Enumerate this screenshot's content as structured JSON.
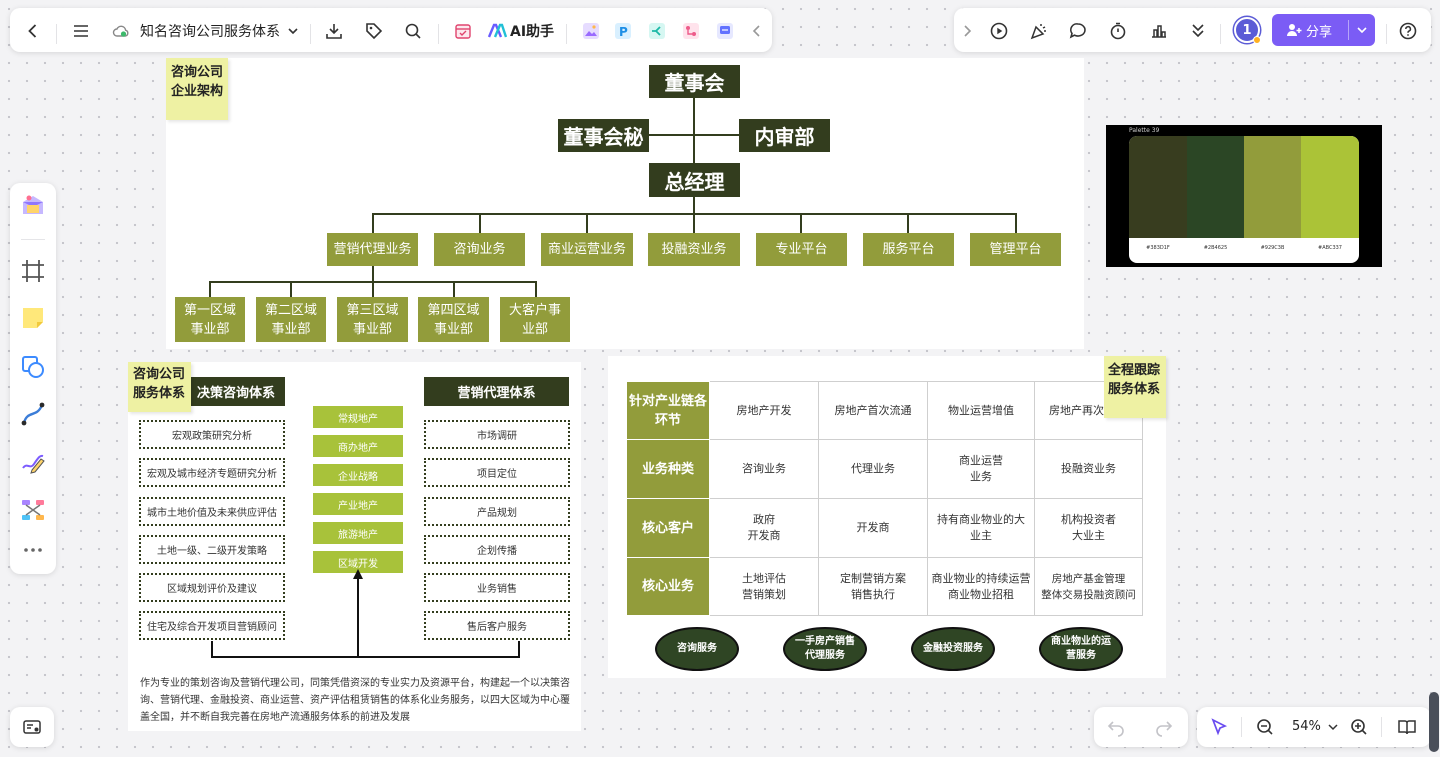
{
  "topbar": {
    "doc_title": "知名咨询公司服务体系",
    "ai_label": "AI助手",
    "avatar_text": "1",
    "share_label": "分享"
  },
  "zoom": {
    "value": "54%"
  },
  "stickies": {
    "s1": "咨询公司企业架构",
    "s2": "咨询公司服务体系",
    "s3": "全程跟踪服务体系"
  },
  "org": {
    "board": "董事会",
    "secretary": "董事会秘",
    "audit": "内审部",
    "gm": "总经理",
    "depts": [
      "营销代理业务",
      "咨询业务",
      "商业运营业务",
      "投融资业务",
      "专业平台",
      "服务平台",
      "管理平台"
    ],
    "regions": [
      "第一区域事业部",
      "第二区域事业部",
      "第三区域事业部",
      "第四区域事业部",
      "大客户事业部"
    ]
  },
  "palette": {
    "label": "Palette 39",
    "colors": [
      "#383D1F",
      "#2B4625",
      "#929C3B",
      "#ABC337"
    ],
    "codes": [
      "#383D1F",
      "#2B4625",
      "#929C3B",
      "#ABC337"
    ]
  },
  "service": {
    "left_title": "决策咨询体系",
    "right_title": "营销代理体系",
    "left_items": [
      "宏观政策研究分析",
      "宏观及城市经济专题研究分析",
      "城市土地价值及未来供应评估",
      "土地一级、二级开发策略",
      "区域规划评价及建议",
      "住宅及综合开发项目营销顾问"
    ],
    "middle_items": [
      "常规地产",
      "商办地产",
      "企业战略",
      "产业地产",
      "旅游地产",
      "区域开发"
    ],
    "right_items": [
      "市场调研",
      "项目定位",
      "产品规划",
      "企划传播",
      "业务销售",
      "售后客户服务"
    ],
    "description": "作为专业的策划咨询及营销代理公司，同策凭借资深的专业实力及资源平台，构建起一个以决策咨询、营销代理、金融投资、商业运营、资产评估租赁销售的体系化业务服务，以四大区域为中心覆盖全国，并不断自我完善在房地产流通服务体系的前进及发展"
  },
  "tracking": {
    "rows": [
      {
        "header": "针对产业链各环节",
        "cells": [
          "房地产开发",
          "房地产首次流通",
          "物业运营增值",
          "房地产再次"
        ]
      },
      {
        "header": "业务种类",
        "cells": [
          "咨询业务",
          "代理业务",
          "商业运营\n业务",
          "投融资业务"
        ]
      },
      {
        "header": "核心客户",
        "cells": [
          "政府\n开发商",
          "开发商",
          "持有商业物业的大业主",
          "机构投资者\n大业主"
        ]
      },
      {
        "header": "核心业务",
        "cells": [
          "土地评估\n营销策划",
          "定制营销方案\n销售执行",
          "商业物业的持续运营\n商业物业招租",
          "房地产基金管理\n整体交易投融资顾问"
        ]
      }
    ],
    "ovals": [
      "咨询服务",
      "一手房产销售代理服务",
      "金融投资服务",
      "商业物业的运营服务"
    ]
  }
}
